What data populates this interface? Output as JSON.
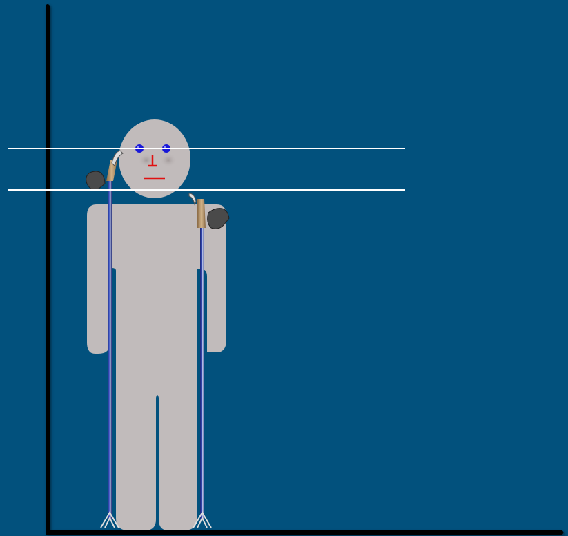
{
  "colors": {
    "background": "#02517d",
    "axis": "#000000",
    "figure": "#c1bbbb",
    "eyes": "#1818d8",
    "mouth_nose": "#e01010",
    "guide_lines": "#ffffff",
    "pole_shaft": "#2a3a9a",
    "pole_grip": "#b8946a",
    "glove": "#4a4a4a"
  },
  "scene": {
    "guide_line_count": 2,
    "pole_count": 2,
    "icons": [
      "person-figure",
      "ski-pole",
      "glove",
      "measurement-line"
    ]
  }
}
